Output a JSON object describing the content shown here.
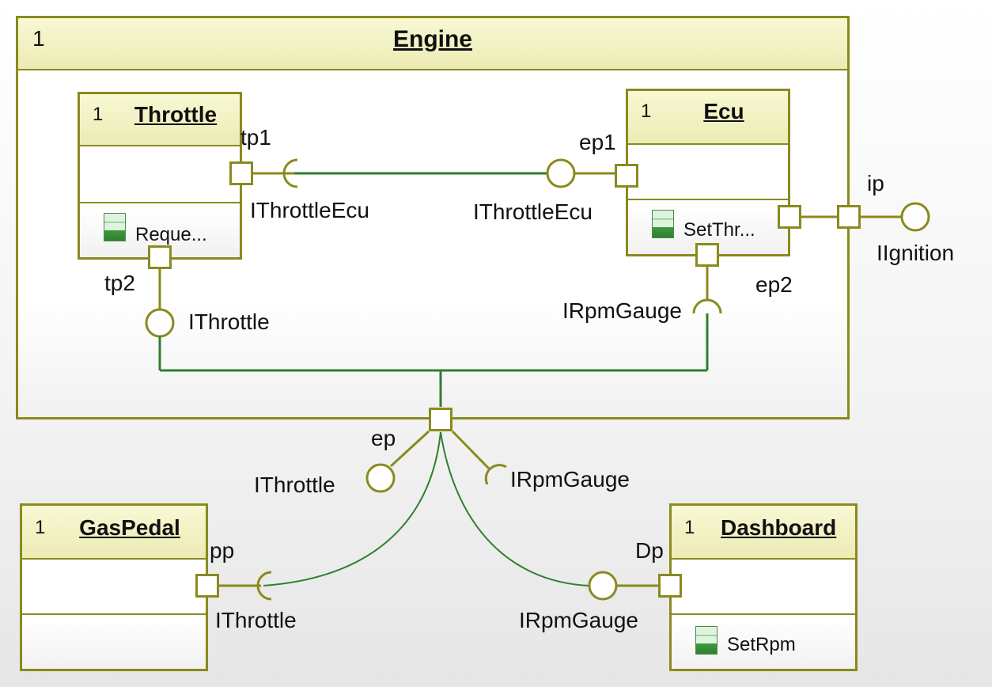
{
  "engine": {
    "multiplicity": "1",
    "title": "Engine"
  },
  "throttle": {
    "multiplicity": "1",
    "title": "Throttle",
    "operation": "Reque..."
  },
  "ecu": {
    "multiplicity": "1",
    "title": "Ecu",
    "operation": "SetThr..."
  },
  "gaspedal": {
    "multiplicity": "1",
    "title": "GasPedal"
  },
  "dashboard": {
    "multiplicity": "1",
    "title": "Dashboard",
    "operation": "SetRpm"
  },
  "ports": {
    "tp1": "tp1",
    "tp2": "tp2",
    "ep1": "ep1",
    "ep2": "ep2",
    "ip": "ip",
    "ep": "ep",
    "pp": "pp",
    "dp": "Dp"
  },
  "interfaces": {
    "throttle_ecu_required": "IThrottleEcu",
    "throttle_ecu_provided": "IThrottleEcu",
    "ignition": "IIgnition",
    "throttle_inner": "IThrottle",
    "rpm_gauge_inner": "IRpmGauge",
    "throttle_outer": "IThrottle",
    "rpm_gauge_outer": "IRpmGauge",
    "throttle_gaspedal": "IThrottle",
    "rpm_gauge_dashboard": "IRpmGauge"
  }
}
